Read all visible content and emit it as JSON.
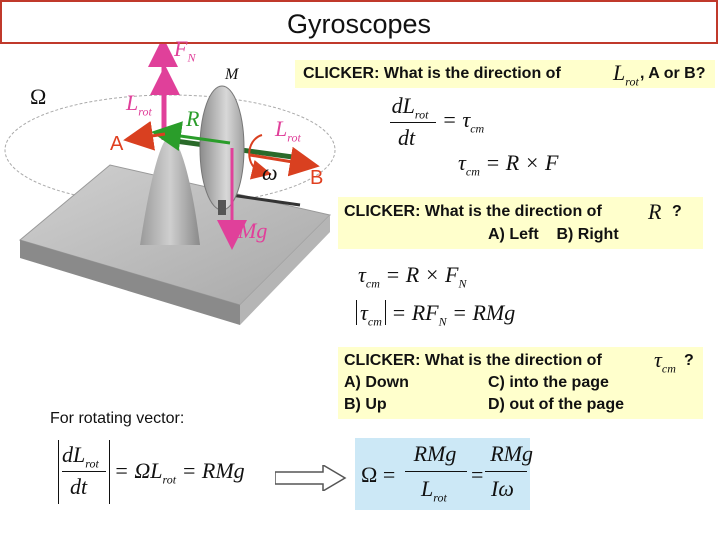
{
  "title": "Gyroscopes",
  "diagram": {
    "labels": {
      "omega_big": "Ω",
      "mass": "M",
      "point_a": "A",
      "point_b": "B",
      "r": "R",
      "l_rot": "L",
      "l_rot_sub": "rot",
      "l_rot2": "L",
      "fn": "F",
      "fn_sub": "N",
      "mg": "Mg",
      "omega_small": "ω"
    },
    "colors": {
      "force": "#e0409a",
      "red_arrow": "#d94020",
      "green_arrow": "#2a9d2a",
      "accent_label": "#e04020"
    }
  },
  "clicker1": {
    "question": "CLICKER: What is the direction of",
    "symbol": "L",
    "symbol_sub": "rot",
    "suffix": ", A or B?"
  },
  "eq1": {
    "num": "dL",
    "num_sub": "rot",
    "den": "dt",
    "rhs": "= τ",
    "rhs_sub": "cm"
  },
  "eq2": {
    "lhs": "τ",
    "lhs_sub": "cm",
    "rhs": "= R × F"
  },
  "clicker2": {
    "question": "CLICKER: What is the direction of",
    "symbol": "R",
    "suffix": "?",
    "options": "A) Left    B) Right"
  },
  "eq3": {
    "lhs": "τ",
    "lhs_sub": "cm",
    "rhs": "= R × F",
    "rhs_sub": "N"
  },
  "eq4": {
    "lhs": "τ",
    "lhs_sub": "cm",
    "rhs": "= RF",
    "rhs_sub": "N",
    "rhs2": "= RMg"
  },
  "clicker3": {
    "question": "CLICKER: What is the direction of",
    "symbol": "τ",
    "symbol_sub": "cm",
    "suffix": "?",
    "opt_a": "A) Down",
    "opt_b": "B) Up",
    "opt_c": "C) into the page",
    "opt_d": "D) out of the page"
  },
  "rotating_label": "For rotating vector:",
  "eq5": {
    "num": "dL",
    "num_sub": "rot",
    "den": "dt",
    "rhs": "= ΩL",
    "rhs_sub": "rot",
    "rhs2": "= RMg"
  },
  "eq6": {
    "lhs": "Ω =",
    "num1": "RMg",
    "den1": "L",
    "den1_sub": "rot",
    "eq": "=",
    "num2": "RMg",
    "den2": "Iω"
  }
}
